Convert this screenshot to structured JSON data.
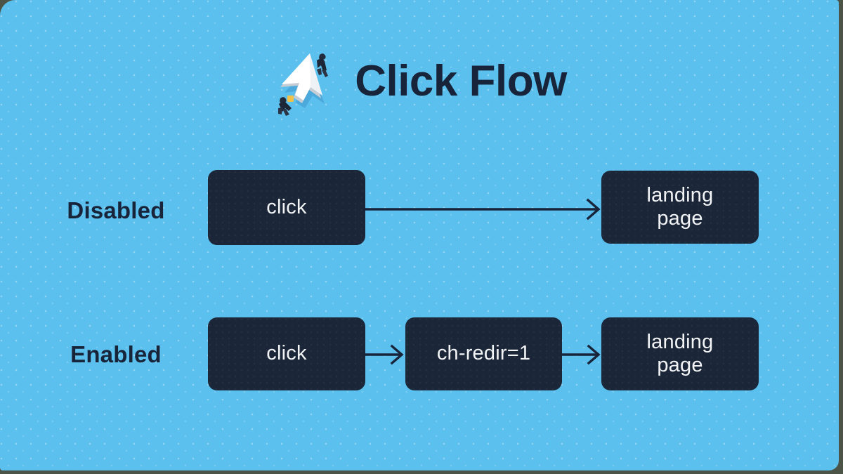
{
  "colors": {
    "outer_frame": "#4c5447",
    "card_background": "#5cc0ee",
    "node_fill": "#1b2638",
    "node_text": "#f2f4f6",
    "heading_text": "#17243a",
    "arrow": "#17243a"
  },
  "header": {
    "title": "Click Flow",
    "logo_icon": "cursor-arrow-illustration-icon"
  },
  "diagram": {
    "rows": [
      {
        "label": "Disabled",
        "nodes": [
          {
            "id": "disabled-click",
            "text": "click"
          },
          {
            "id": "disabled-landing",
            "text": "landing\npage"
          }
        ],
        "arrows": [
          {
            "id": "arrow-disabled",
            "from": "disabled-click",
            "to": "disabled-landing",
            "style": "long-line-open-head"
          }
        ]
      },
      {
        "label": "Enabled",
        "nodes": [
          {
            "id": "enabled-click",
            "text": "click"
          },
          {
            "id": "enabled-chredir",
            "text": "ch-redir=1"
          },
          {
            "id": "enabled-landing",
            "text": "landing\npage"
          }
        ],
        "arrows": [
          {
            "id": "arrow-enabled-1",
            "from": "enabled-click",
            "to": "enabled-chredir",
            "style": "short-line-open-head"
          },
          {
            "id": "arrow-enabled-2",
            "from": "enabled-chredir",
            "to": "enabled-landing",
            "style": "short-line-open-head"
          }
        ]
      }
    ]
  }
}
